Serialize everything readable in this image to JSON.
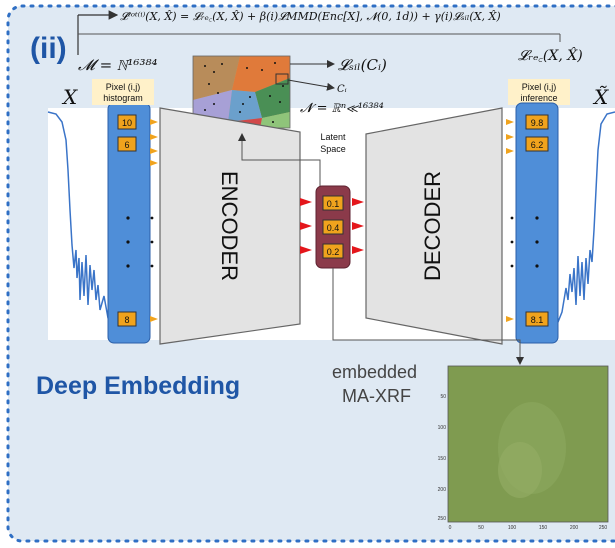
{
  "panel_label": "(ii)",
  "loss_formula": "𝓛ᵗᵒᵗ⁽ⁱ⁾(X, X̂) = 𝓛ᵣₑ꜀(X, X̂) + β(i)𝓛MMD(Enc[X], 𝓝(0, 1d)) + γ(i)𝓛ₛᵢₗ(X, X̂)",
  "manifold_label": "𝓜 = ℕ¹⁶³⁸⁴",
  "latent_manifold_label": "𝓝 = ℝⁿ≪¹⁶³⁸⁴",
  "lsil_label": "𝓛ₛᵢₗ(Cᵢ)",
  "ci_label": "Cᵢ",
  "lrec_label": "𝓛ᵣₑ꜀(X, X̂)",
  "x_label": "X",
  "xhat_label": "X̃",
  "input_header": [
    "Pixel (i,j)",
    "histogram"
  ],
  "output_header": [
    "Pixel (i,j)",
    "inference"
  ],
  "input_values": [
    "10",
    "6",
    "8"
  ],
  "output_values": [
    "9.8",
    "6.2",
    "8.1"
  ],
  "latent_label": [
    "Latent",
    "Space"
  ],
  "latent_values": [
    "0.1",
    "0.4",
    "0.2"
  ],
  "encoder_label": "ENCODER",
  "decoder_label": "DECODER",
  "title": "Deep Embedding",
  "embedded_label": [
    "embedded",
    "MA-XRF"
  ],
  "embedded_axis_ticks_y": [
    "50",
    "100",
    "150",
    "200",
    "250"
  ],
  "embedded_axis_ticks_x": [
    "0",
    "50",
    "100",
    "150",
    "200",
    "250"
  ],
  "colors": {
    "border_dots": "#2f6fc4",
    "background": "#dfe9f3",
    "title_blue": "#1f56a6",
    "column_blue": "#4f8ed8",
    "value_box": "#f0a31d",
    "arrow_orange": "#f0a31d",
    "arrow_red": "#e4161b",
    "latent_box": "#8b3a4a",
    "trapezoid": "#e3e3e3",
    "image_green": "#7f9b50"
  }
}
